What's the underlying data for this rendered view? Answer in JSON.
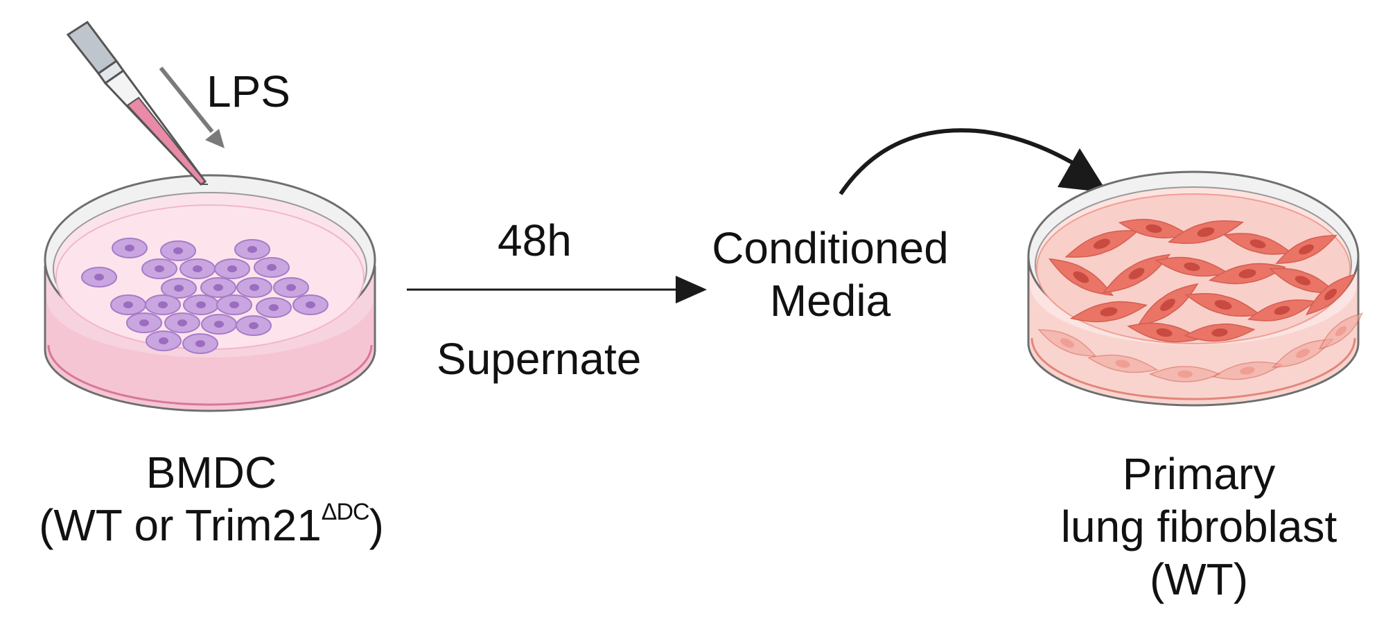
{
  "labels": {
    "lps": "LPS",
    "time": "48h",
    "supernate": "Supernate",
    "conditioned_line1": "Conditioned",
    "conditioned_line2": "Media",
    "bmdc_line1": "BMDC",
    "bmdc_line2_prefix": "(WT or Trim21",
    "bmdc_line2_sup": "ΔDC",
    "bmdc_line2_suffix": ")",
    "fibro_line1": "Primary",
    "fibro_line2": "lung fibroblast",
    "fibro_line3": "(WT)"
  },
  "colors": {
    "dish_outline": "#6e6e6e",
    "media_pink": "#fbdbe6",
    "media_pink_dark": "#f2b6c8",
    "bmdc_cell": "#c9a6e0",
    "bmdc_cell_outline": "#a77cc8",
    "bmdc_nucleus": "#9b6cbf",
    "fibro_media": "#f9c9c3",
    "fibro_media_dark": "#f0a49b",
    "fibroblast": "#ea7466",
    "fibroblast_nucleus": "#c84a40",
    "arrow_dark": "#1a1a1a",
    "arrow_gray": "#7a7a7a",
    "pipette_tip": "#e98aa6"
  },
  "icons": {
    "pipette": "pipette-icon",
    "bmdc_dish": "petri-dish-bmdc-icon",
    "fibroblast_dish": "petri-dish-fibroblast-icon"
  }
}
